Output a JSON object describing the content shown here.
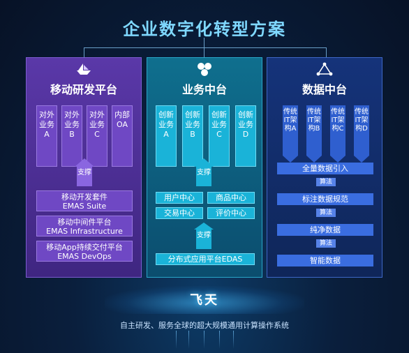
{
  "title": "企业数字化转型方案",
  "columns": [
    {
      "title": "移动研发平台",
      "icon": "boat-icon",
      "apps": [
        "对外业务A",
        "对外业务B",
        "对外业务C",
        "内部OA"
      ],
      "support": "支撑",
      "stack": [
        {
          "line1": "移动开发套件",
          "line2": "EMAS Suite"
        },
        {
          "line1": "移动中间件平台",
          "line2": "EMAS Infrastructure"
        },
        {
          "line1": "移动App持续交付平台",
          "line2": "EMAS DevOps"
        }
      ]
    },
    {
      "title": "业务中台",
      "icon": "hexagon-cluster-icon",
      "apps": [
        "创新业务A",
        "创新业务B",
        "创新业务C",
        "创新业务D"
      ],
      "support_top": "支撑",
      "centers": [
        "用户中心",
        "商品中心",
        "交易中心",
        "评价中心"
      ],
      "support_bottom": "支撑",
      "base": "分布式应用平台EDAS"
    },
    {
      "title": "数据中台",
      "icon": "triangle-network-icon",
      "apps": [
        "传统IT架构A",
        "传统IT架构B",
        "传统IT架构C",
        "传统IT架构D"
      ],
      "steps": [
        "全量数据引入",
        "标注数据规范",
        "纯净数据",
        "智能数据"
      ],
      "algorithm": "算法"
    }
  ],
  "footer": {
    "name": "飞天",
    "description": "自主研发、服务全球的超大规模通用计算操作系统"
  },
  "colors": {
    "purple": "#5a38a8",
    "teal": "#1ab3d8",
    "blue": "#2f5fcf",
    "title": "#7fd8ff"
  }
}
